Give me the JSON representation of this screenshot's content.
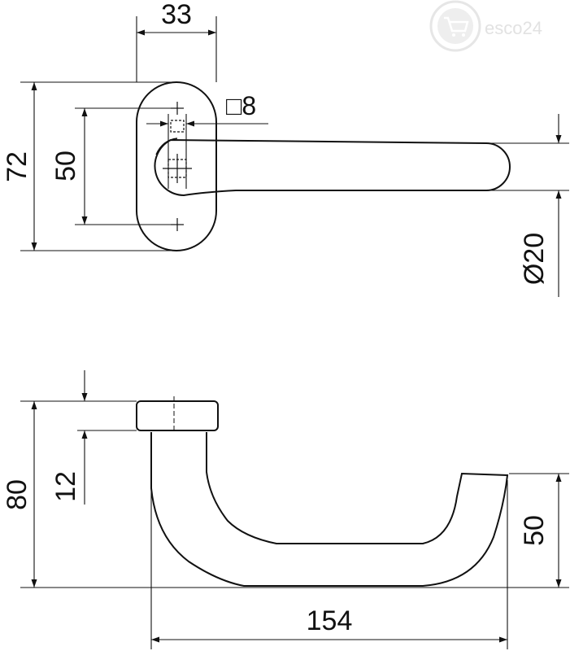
{
  "dimensions": {
    "top_width": "33",
    "square_spindle": "□8",
    "rose_height": "72",
    "screw_spacing": "50",
    "lever_diameter": "Ø20",
    "rose_thickness": "12",
    "total_height": "80",
    "lever_drop": "50",
    "projection": "154"
  },
  "watermark": {
    "text": "esco24"
  },
  "colors": {
    "ink": "#111111",
    "watermark": "#e2e2e2"
  }
}
